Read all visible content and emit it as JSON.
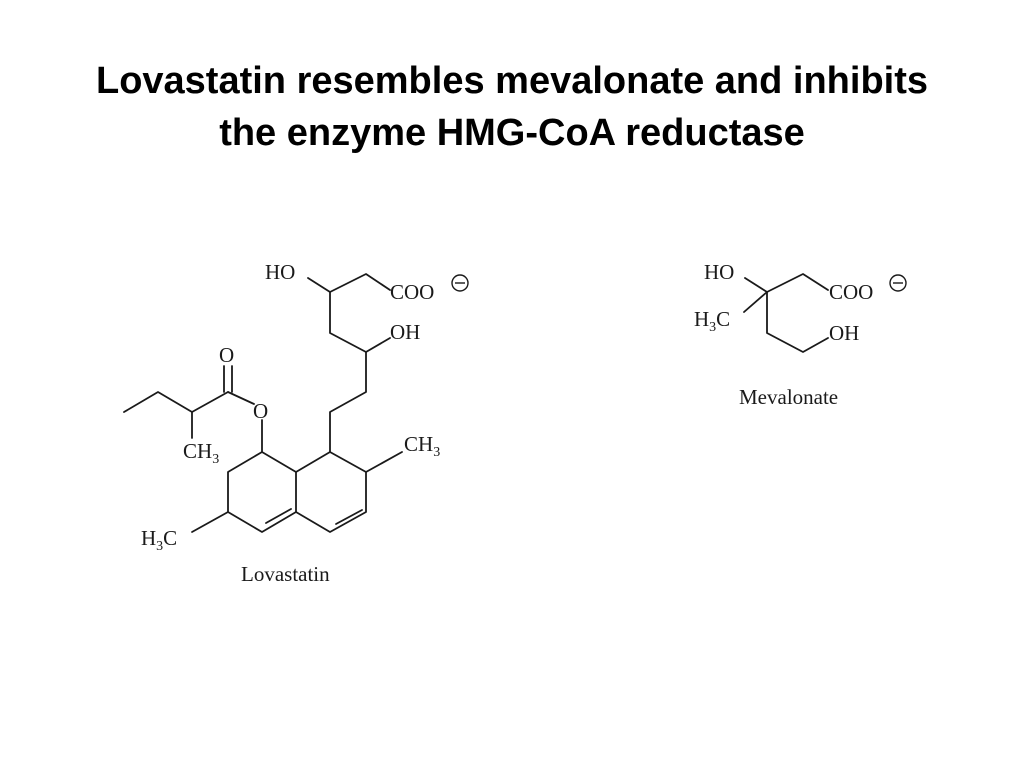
{
  "slide": {
    "title_line1": "Lovastatin resembles mevalonate and inhibits",
    "title_line2": "the enzyme HMG-CoA reductase"
  },
  "lovastatin": {
    "caption": "Lovastatin",
    "labels": {
      "ho": "HO",
      "coo": "COO",
      "oh": "OH",
      "carbonyl_o": "O",
      "ester_o": "O",
      "ch": "CH",
      "ch_sub": "3",
      "ch_right": "CH",
      "ch_right_sub": "3",
      "h3c_h": "H",
      "h3c_sub": "3",
      "h3c_c": "C"
    }
  },
  "mevalonate": {
    "caption": "Mevalonate",
    "labels": {
      "ho": "HO",
      "coo": "COO",
      "oh": "OH",
      "h3c_h": "H",
      "h3c_sub": "3",
      "h3c_c": "C"
    }
  },
  "colors": {
    "background": "#ffffff",
    "text": "#000000",
    "structure": "#1a1a1a"
  },
  "icons": {
    "negative_charge": "circled-minus-icon"
  }
}
